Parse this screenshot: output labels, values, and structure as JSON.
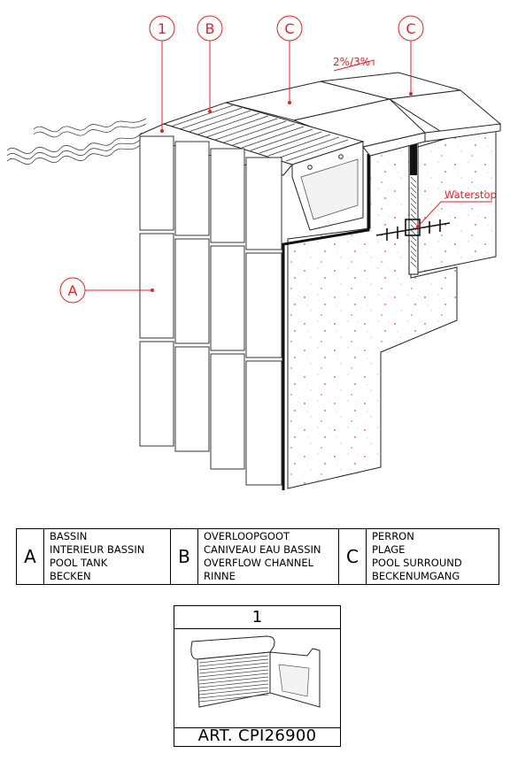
{
  "callouts": {
    "c1": "1",
    "cB": "B",
    "cC1": "C",
    "cC2": "C",
    "cA": "A",
    "slope": "2%/3%",
    "waterstop": "Waterstop"
  },
  "legend": [
    {
      "letter": "A",
      "names": [
        "BASSIN",
        "INTERIEUR BASSIN",
        "POOL TANK",
        "BECKEN"
      ]
    },
    {
      "letter": "B",
      "names": [
        "OVERLOOPGOOT",
        "CANIVEAU EAU BASSIN",
        "OVERFLOW CHANNEL",
        "RINNE"
      ]
    },
    {
      "letter": "C",
      "names": [
        "PERRON",
        "PLAGE",
        "POOL SURROUND",
        "BECKENUMGANG"
      ]
    }
  ],
  "detail": {
    "number": "1",
    "article": "ART. CPI26900"
  },
  "colors": {
    "callout": "#e0202a",
    "line": "#222222",
    "concrete_speckle": "#d94a4a"
  }
}
